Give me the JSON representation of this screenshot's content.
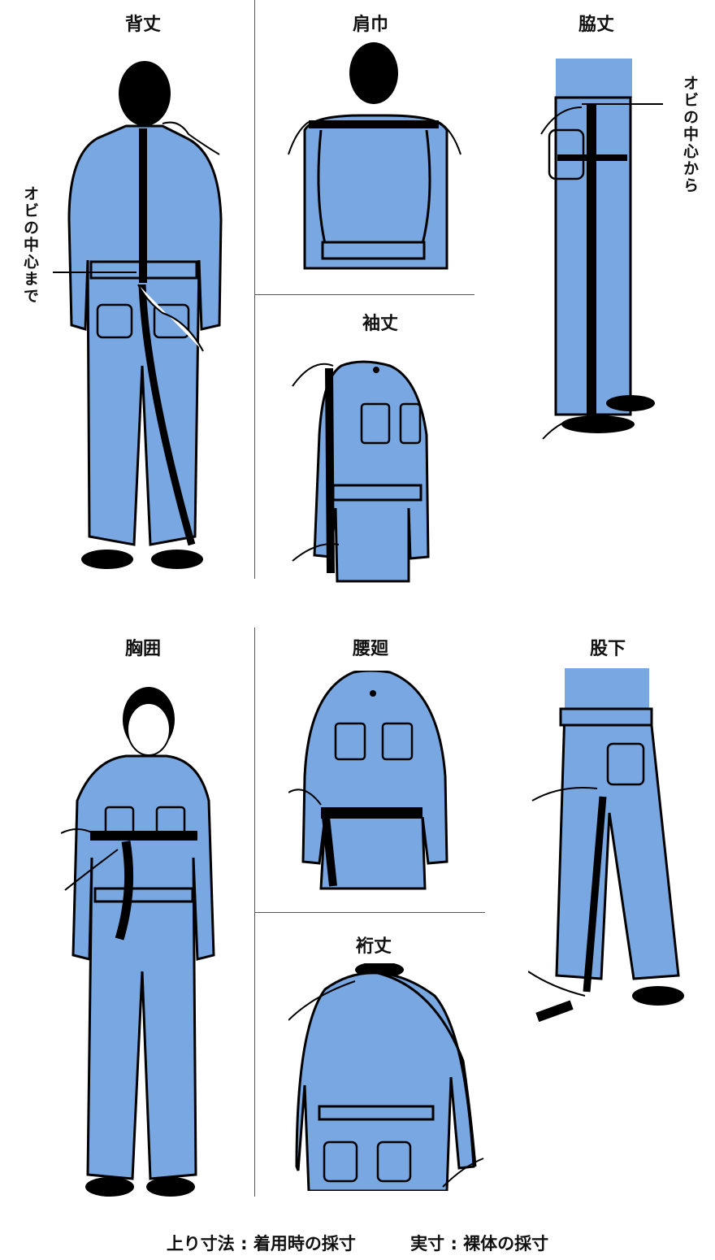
{
  "labels": {
    "back_length": "背丈",
    "shoulder_width": "肩巾",
    "side_length": "脇丈",
    "sleeve_length": "袖丈",
    "chest": "胸囲",
    "waist": "腰廻",
    "inseam": "股下",
    "yuki_length": "裄丈"
  },
  "annotations": {
    "back_note": "オビの中心まで",
    "side_note": "オビの中心から"
  },
  "footer": {
    "finished": "上り寸法 : 着用時の採寸",
    "actual": "実寸 : 裸体の採寸"
  },
  "colors": {
    "garment": "#78a7e2",
    "outline": "#000000",
    "skin": "#ffffff"
  }
}
